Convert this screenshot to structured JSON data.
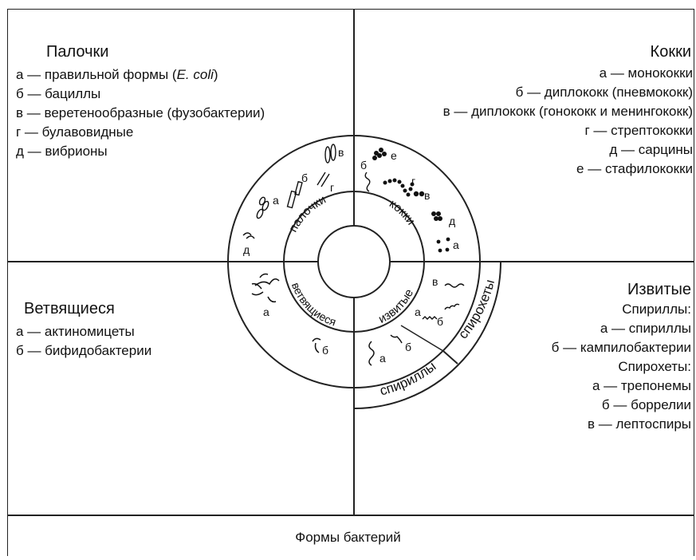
{
  "title": "Формы бактерий",
  "rods": {
    "heading": "Палочки",
    "items": [
      {
        "prefix": "а — правильной формы (",
        "em": "E. coli",
        "suffix": ")"
      },
      {
        "prefix": "б — бациллы",
        "em": "",
        "suffix": ""
      },
      {
        "prefix": "в — веретенообразные (фузобактерии)",
        "em": "",
        "suffix": ""
      },
      {
        "prefix": "г — булавовидные",
        "em": "",
        "suffix": ""
      },
      {
        "prefix": "д — вибрионы",
        "em": "",
        "suffix": ""
      }
    ]
  },
  "cocci": {
    "heading": "Кокки",
    "items": [
      "а — монококки",
      "б — диплококк (пневмококк)",
      "в — диплококк (гонококк и менингококк)",
      "г — стрептококки",
      "д — сарцины",
      "е — стафилококки"
    ]
  },
  "branching": {
    "heading": "Ветвящиеся",
    "items": [
      "а — актиномицеты",
      "б — бифидобактерии"
    ]
  },
  "convoluted": {
    "heading": "Извитые",
    "lines": [
      "Спириллы:",
      "а — спириллы",
      "б — кампилобактерии",
      "Спирохеты:",
      "а — трепонемы",
      "б — боррелии",
      "в — лептоспиры"
    ]
  },
  "wheel": {
    "inner_labels": {
      "rods": "палочки",
      "cocci": "кокки",
      "branching": "ветвящиеся",
      "convoluted": "извитые"
    },
    "band_labels": {
      "spirilla": "спириллы",
      "spirochetes": "спирохеты"
    },
    "letters": {
      "rods": [
        "а",
        "б",
        "в",
        "г",
        "д"
      ],
      "cocci": [
        "а",
        "б",
        "в",
        "г",
        "д",
        "е"
      ],
      "branching": [
        "а",
        "б"
      ],
      "spirilla": [
        "а",
        "б"
      ],
      "spirochetes": [
        "а",
        "б",
        "в"
      ]
    }
  }
}
